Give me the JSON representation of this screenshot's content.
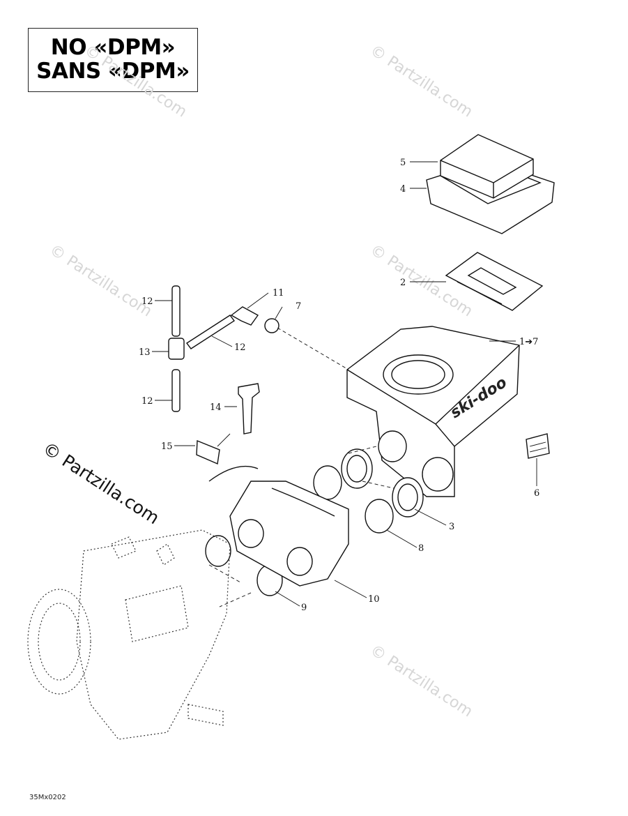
{
  "title": {
    "line1": "NO «DPM»",
    "line2": "SANS «DPM»"
  },
  "watermark": "© Partzilla.com",
  "drawing_code": "35Mx0202",
  "callouts": {
    "c5": "5",
    "c4": "4",
    "c2": "2",
    "c17": "1➔7",
    "c12a": "12",
    "c11": "11",
    "c7": "7",
    "c12b": "12",
    "c13": "13",
    "c12c": "12",
    "c14": "14",
    "c15": "15",
    "c6": "6",
    "c3": "3",
    "c8": "8",
    "c9": "9",
    "c10": "10"
  },
  "logo_text": "ski-doo"
}
